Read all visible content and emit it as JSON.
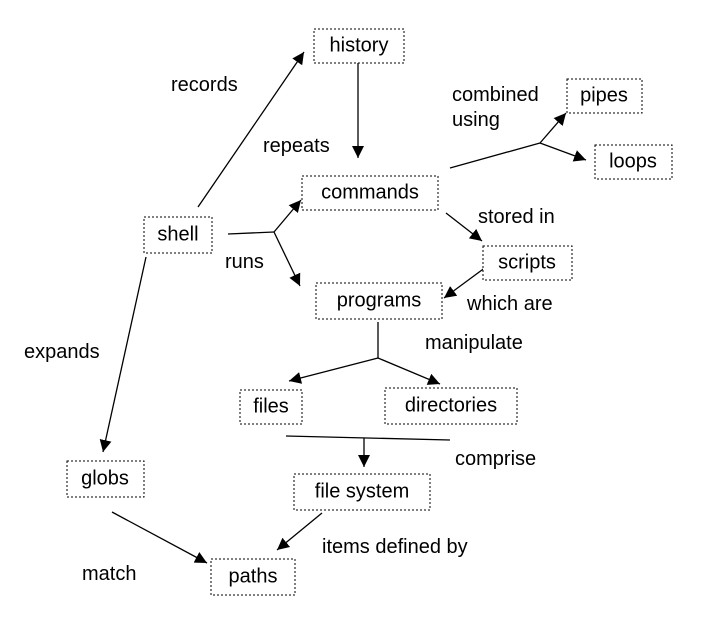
{
  "nodes": {
    "history": "history",
    "shell": "shell",
    "commands": "commands",
    "pipes": "pipes",
    "loops": "loops",
    "scripts": "scripts",
    "programs": "programs",
    "files": "files",
    "directories": "directories",
    "globs": "globs",
    "file_system": "file system",
    "paths": "paths"
  },
  "labels": {
    "records": "records",
    "repeats": "repeats",
    "combined": "combined",
    "using": "using",
    "stored_in": "stored in",
    "runs": "runs",
    "which_are": "which are",
    "manipulate": "manipulate",
    "expands": "expands",
    "comprise": "comprise",
    "items_defined_by": "items defined by",
    "match": "match"
  }
}
